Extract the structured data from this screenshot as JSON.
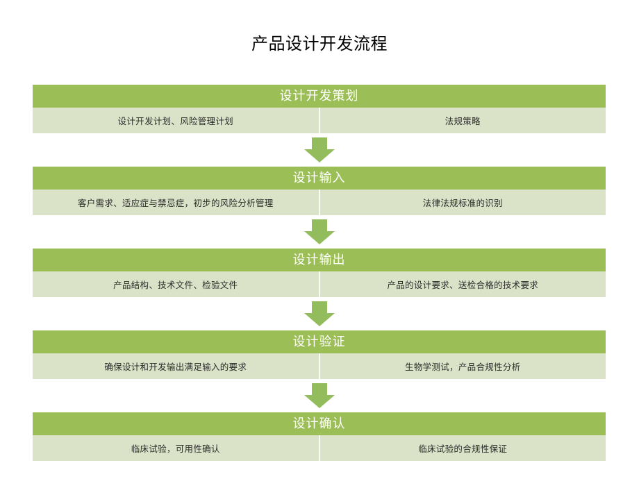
{
  "title": "产品设计开发流程",
  "theme": {
    "header_green": "#9BBE57",
    "body_sage": "#DAE3C7",
    "arrow_green": "#93BD5C",
    "header_text": "#FFFFFF",
    "body_text": "#2B2B2B",
    "title_text": "#000000",
    "background": "#FFFFFF"
  },
  "flow": {
    "arrow_icon": "arrow-down-icon",
    "stages": [
      {
        "header": "设计开发策划",
        "left": "设计开发计划、风险管理计划",
        "right": "法规策略"
      },
      {
        "header": "设计输入",
        "left": "客户需求、适应症与禁忌症，初步的风险分析管理",
        "right": "法律法规标准的识别"
      },
      {
        "header": "设计输出",
        "left": "产品结构、技术文件、检验文件",
        "right": "产品的设计要求、送检合格的技术要求"
      },
      {
        "header": "设计验证",
        "left": "确保设计和开发输出满足输入的要求",
        "right": "生物学测试，产品合规性分析"
      },
      {
        "header": "设计确认",
        "left": "临床试验，可用性确认",
        "right": "临床试验的合规性保证"
      }
    ]
  }
}
